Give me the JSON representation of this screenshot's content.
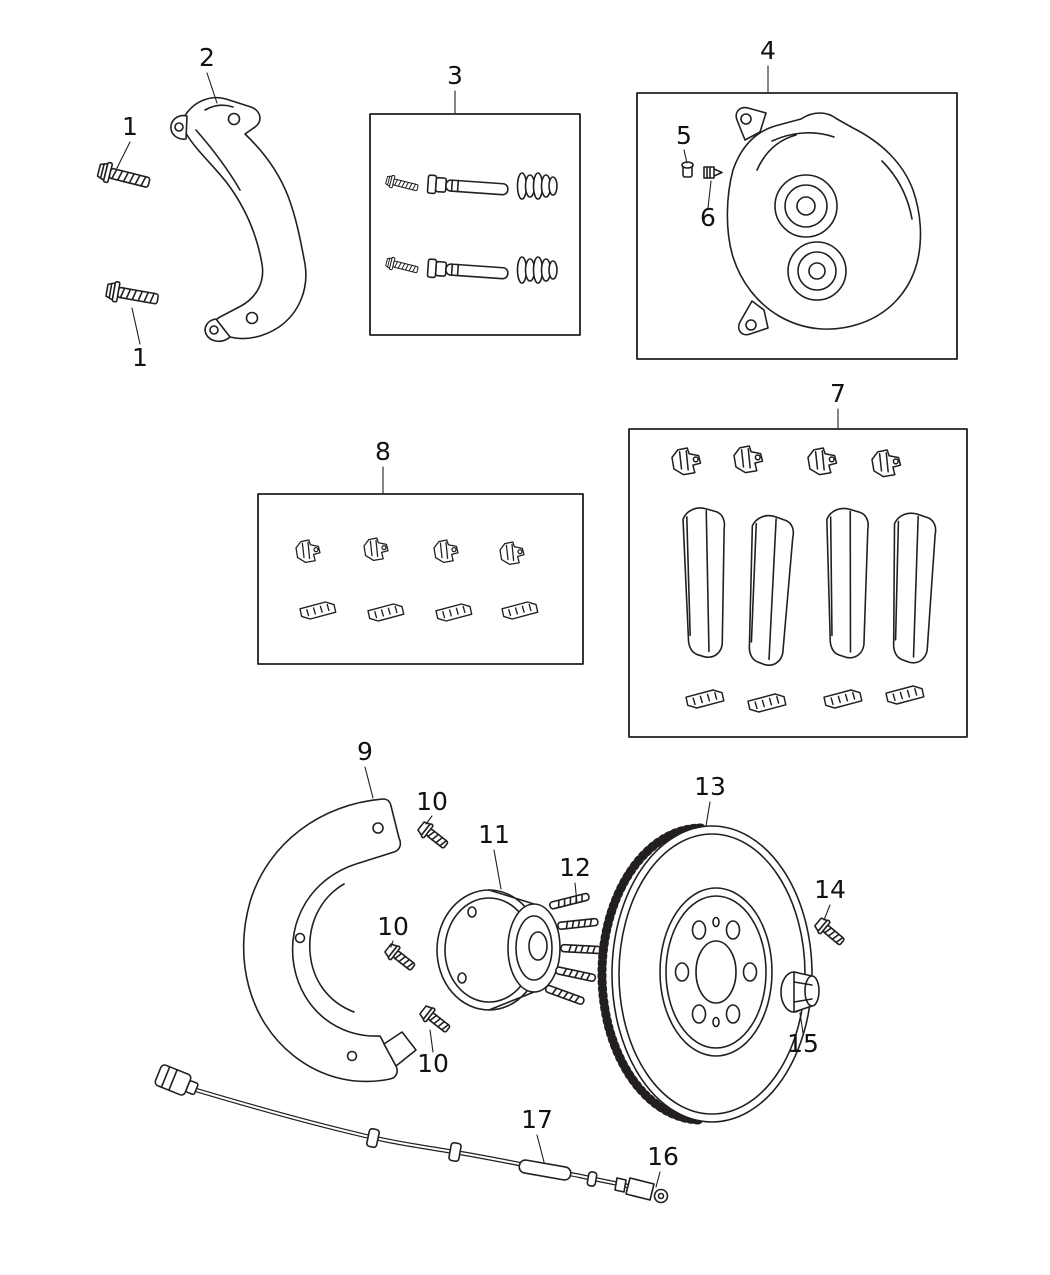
{
  "theme": {
    "bg": "#ffffff",
    "line": "#231f20",
    "text": "#111111"
  },
  "callouts": {
    "c1a": "1",
    "c1b": "1",
    "c2": "2",
    "c3": "3",
    "c4": "4",
    "c5": "5",
    "c6": "6",
    "c7": "7",
    "c8": "8",
    "c9": "9",
    "c10a": "10",
    "c10b": "10",
    "c10c": "10",
    "c11": "11",
    "c12": "12",
    "c13": "13",
    "c14": "14",
    "c15": "15",
    "c16": "16",
    "c17": "17"
  }
}
